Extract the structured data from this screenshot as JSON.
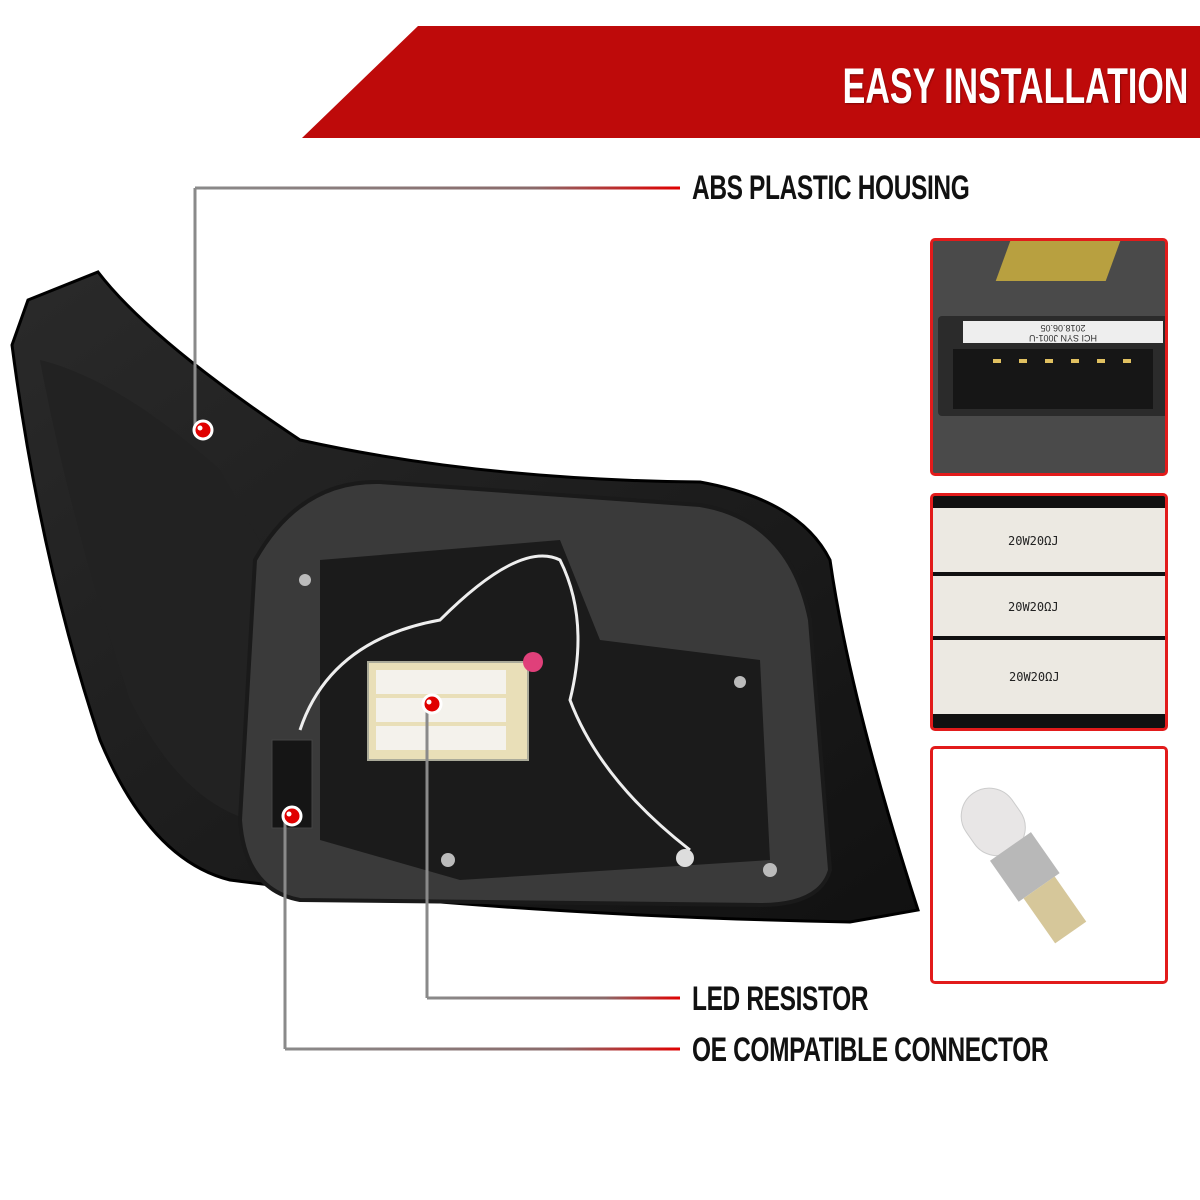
{
  "banner": {
    "title": "EASY INSTALLATION",
    "color": "#be0a0a"
  },
  "callouts": [
    {
      "label": "ABS PLASTIC HOUSING"
    },
    {
      "label": "LED RESISTOR"
    },
    {
      "label": "OE COMPATIBLE CONNECTOR"
    }
  ],
  "thumbnails": {
    "connector": {
      "label_line1": "HCI SYN J001-U",
      "label_line2": "2018.06.05"
    },
    "resistor": {
      "markings": [
        "20W20ΩJ",
        "20W20ΩJ",
        "20W20ΩJ"
      ]
    },
    "bulb": {}
  },
  "colors": {
    "accent": "#e21b1b",
    "line_gray": "#8a8a8a",
    "dot": "#e00000"
  }
}
